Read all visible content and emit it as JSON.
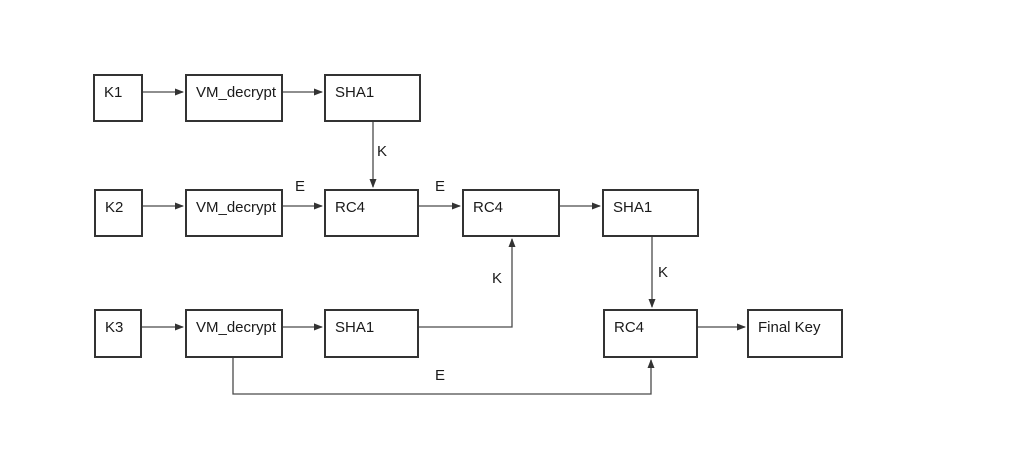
{
  "diagram": {
    "background_color": "#ffffff",
    "box_border_color": "#333333",
    "line_color": "#4a4a4a",
    "text_color": "#1a1a1a",
    "nodes": {
      "k1": {
        "label": "K1"
      },
      "vm_decrypt_1": {
        "label": "VM_decrypt"
      },
      "sha1_1": {
        "label": "SHA1"
      },
      "k2": {
        "label": "K2"
      },
      "vm_decrypt_2": {
        "label": "VM_decrypt"
      },
      "rc4_1": {
        "label": "RC4"
      },
      "rc4_2": {
        "label": "RC4"
      },
      "sha1_2": {
        "label": "SHA1"
      },
      "k3": {
        "label": "K3"
      },
      "vm_decrypt_3": {
        "label": "VM_decrypt"
      },
      "sha1_3": {
        "label": "SHA1"
      },
      "rc4_3": {
        "label": "RC4"
      },
      "final_key": {
        "label": "Final Key"
      }
    },
    "edge_labels": {
      "k_sha1_1_into_rc4_1": "K",
      "e_vm2_to_rc4_1": "E",
      "e_rc4_1_to_rc4_2": "E",
      "k_sha1_3_into_rc4_2": "K",
      "k_sha1_2_into_rc4_3": "K",
      "e_vm3_to_rc4_3": "E"
    }
  }
}
